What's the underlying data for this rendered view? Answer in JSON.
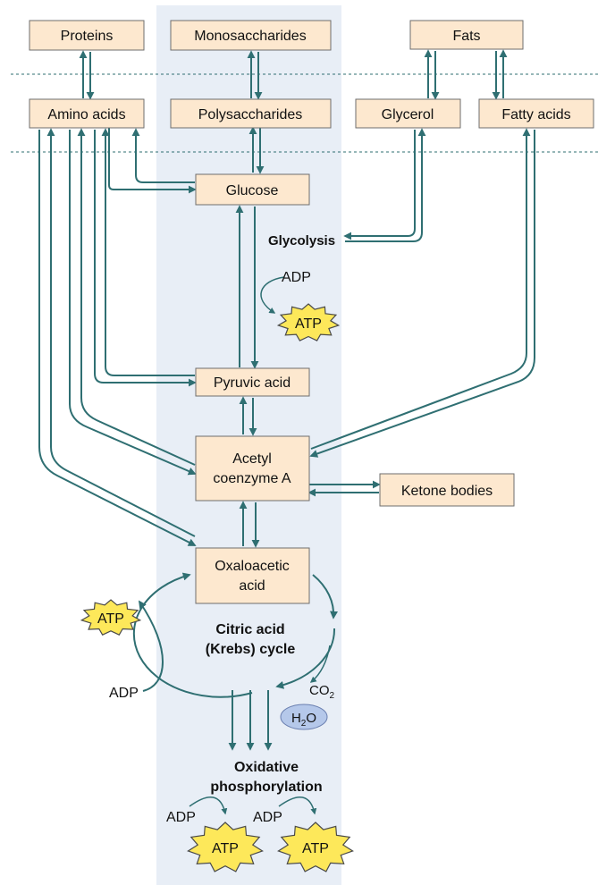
{
  "nodes": {
    "proteins": "Proteins",
    "monosaccharides": "Monosaccharides",
    "fats": "Fats",
    "amino_acids": "Amino acids",
    "polysaccharides": "Polysaccharides",
    "glycerol": "Glycerol",
    "fatty_acids": "Fatty acids",
    "glucose": "Glucose",
    "pyruvic_acid": "Pyruvic acid",
    "acetyl_line1": "Acetyl",
    "acetyl_line2": "coenzyme A",
    "ketone_bodies": "Ketone bodies",
    "oxalo_line1": "Oxaloacetic",
    "oxalo_line2": "acid"
  },
  "labels": {
    "glycolysis": "Glycolysis",
    "citric_line1": "Citric acid",
    "citric_line2": "(Krebs) cycle",
    "oxphos_line1": "Oxidative",
    "oxphos_line2": "phosphorylation",
    "adp": "ADP",
    "atp": "ATP",
    "co2_main": "CO",
    "co2_sub": "2",
    "h2o_h": "H",
    "h2o_sub": "2",
    "h2o_o": "O"
  },
  "colors": {
    "box_fill": "#fde8cf",
    "band_fill": "#e8eef6",
    "arrow": "#2f6f72",
    "atp_fill": "#fde85a",
    "h2o_fill": "#b5c8ea"
  }
}
